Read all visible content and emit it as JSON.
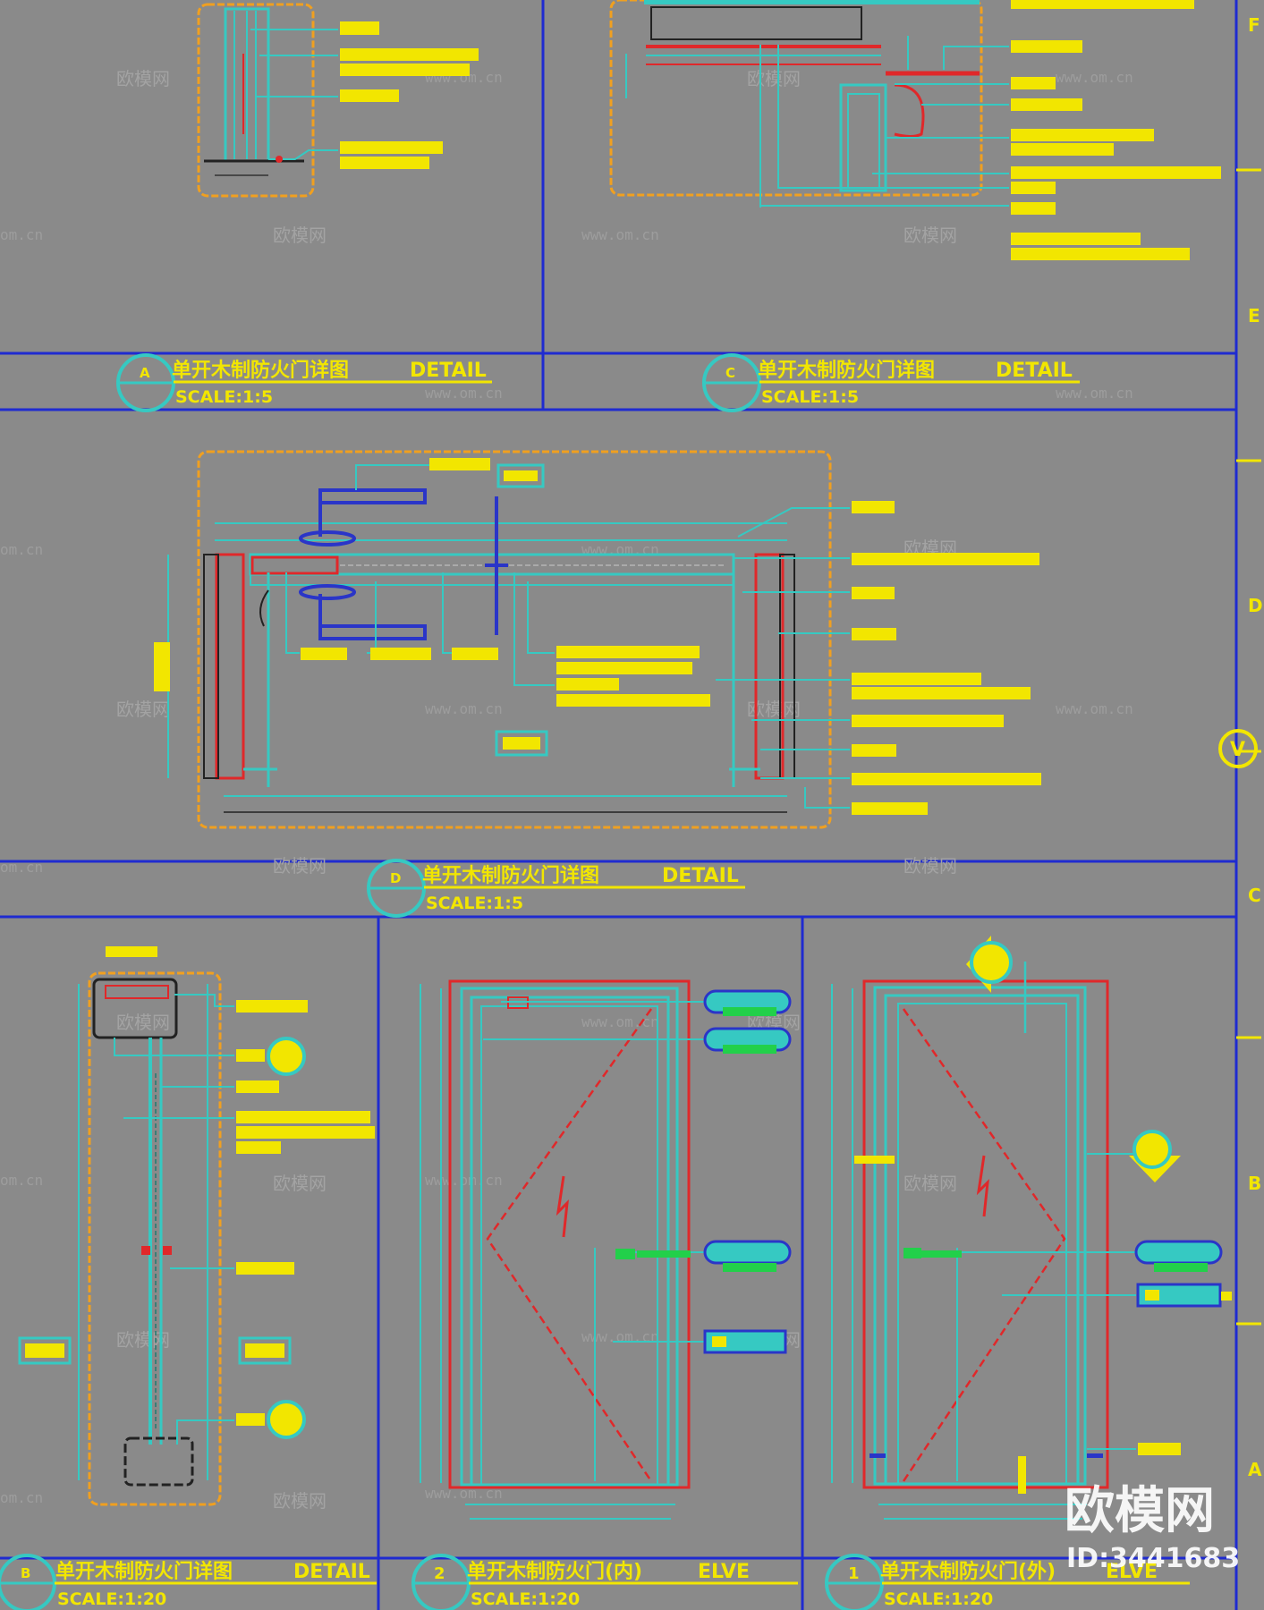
{
  "colors": {
    "background": "#8a8a8a",
    "frame": "#1f2bd0",
    "cyan": "#36c9c2",
    "red": "#e0282a",
    "orange": "#f0a020",
    "yellow": "#f2e600",
    "green": "#22d04a",
    "blue": "#2a35c8"
  },
  "grid_letters": [
    "F",
    "E",
    "D",
    "V",
    "C",
    "B",
    "A"
  ],
  "details": [
    {
      "id": "A",
      "title": "单开木制防火门详图",
      "tag": "DETAIL",
      "scale": "SCALE:1:5"
    },
    {
      "id": "C",
      "title": "单开木制防火门详图",
      "tag": "DETAIL",
      "scale": "SCALE:1:5"
    },
    {
      "id": "D",
      "title": "单开木制防火门详图",
      "tag": "DETAIL",
      "scale": "SCALE:1:5"
    },
    {
      "id": "B",
      "title": "单开木制防火门详图",
      "tag": "DETAIL",
      "scale": "SCALE:1:20"
    },
    {
      "id": "2",
      "title": "单开木制防火门(内)",
      "tag": "ELVE",
      "scale": "SCALE:1:20"
    },
    {
      "id": "1",
      "title": "单开木制防火门(外)",
      "tag": "ELVE",
      "scale": "SCALE:1:20"
    }
  ],
  "watermarks": {
    "cn": "欧模网",
    "url": "www.om.cn",
    "url_short": "om.cn"
  },
  "brand": {
    "name": "欧模网",
    "id": "ID:3441683"
  }
}
